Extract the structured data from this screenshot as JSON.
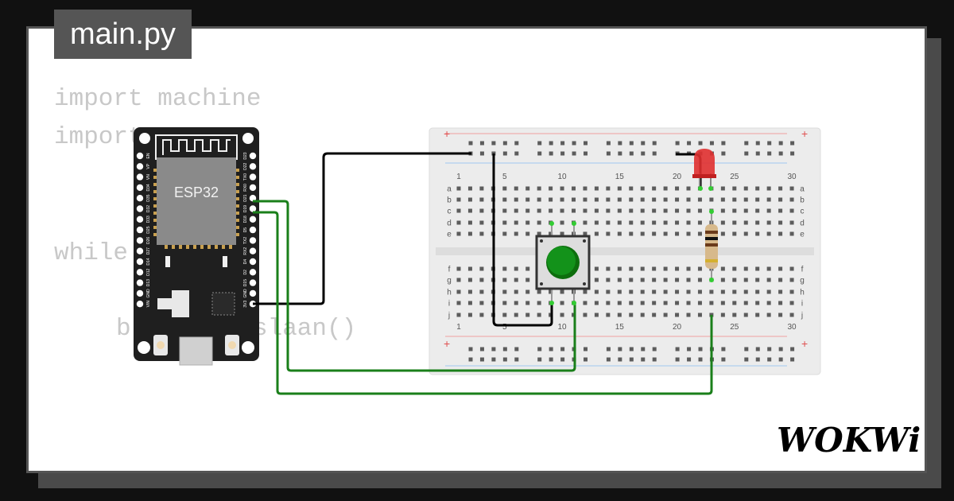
{
  "file": {
    "name": "main.py"
  },
  "code": {
    "line1": "import machine",
    "line2": "import",
    "line3": "while",
    "line4": "b",
    "line5": "slaan()"
  },
  "board": {
    "label": "ESP32",
    "left_pins": [
      "EN",
      "VP",
      "VN",
      "D34",
      "D35",
      "D32",
      "D33",
      "D25",
      "D26",
      "D27",
      "D14",
      "D12",
      "D13",
      "GND",
      "VIN"
    ],
    "right_pins": [
      "D23",
      "D22",
      "TX0",
      "RX0",
      "D21",
      "D19",
      "D18",
      "D5",
      "TX2",
      "RX2",
      "D4",
      "D2",
      "D15",
      "GND",
      "3V3"
    ]
  },
  "breadboard": {
    "column_numbers": [
      "1",
      "5",
      "10",
      "15",
      "20",
      "25",
      "30"
    ],
    "rows_top": [
      "a",
      "b",
      "c",
      "d",
      "e"
    ],
    "rows_bottom": [
      "f",
      "g",
      "h",
      "i",
      "j"
    ],
    "plus": "+",
    "minus": "-"
  },
  "brand": {
    "logo_text": "WOKWi"
  },
  "colors": {
    "background": "#111111",
    "card": "#ffffff",
    "tab": "#555555",
    "code_text": "#c8c8c8",
    "board": "#1f1f1f",
    "wire_green": "#1a7f1a",
    "wire_black": "#000000",
    "button_cap": "#108a10",
    "led": "#e03030"
  }
}
